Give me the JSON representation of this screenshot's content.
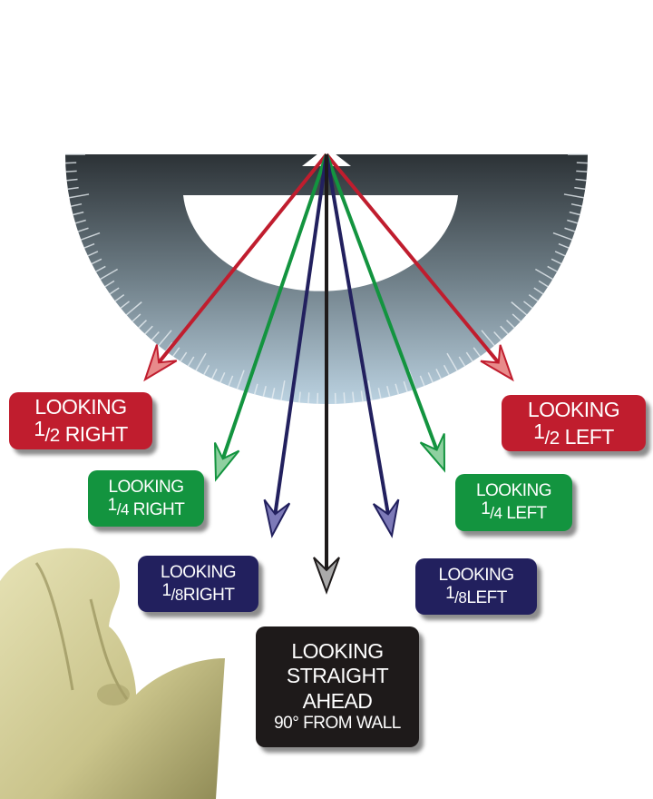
{
  "labels": {
    "half_right": {
      "line1": "LOOKING",
      "num": "1",
      "den": "/2",
      "dir": "RIGHT"
    },
    "half_left": {
      "line1": "LOOKING",
      "num": "1",
      "den": "/2",
      "dir": "LEFT"
    },
    "quarter_right": {
      "line1": "LOOKING",
      "num": "1",
      "den": "/4",
      "dir": "RIGHT"
    },
    "quarter_left": {
      "line1": "LOOKING",
      "num": "1",
      "den": "/4",
      "dir": "LEFT"
    },
    "eighth_right": {
      "line1": "LOOKING",
      "num": "1",
      "den": "/8",
      "dir": "RIGHT"
    },
    "eighth_left": {
      "line1": "LOOKING",
      "num": "1",
      "den": "/8",
      "dir": "LEFT"
    },
    "straight": {
      "line1": "LOOKING",
      "line2": "STRAIGHT",
      "line3": "AHEAD",
      "line4": "90° FROM WALL"
    }
  },
  "colors": {
    "half": "#c01d2e",
    "quarter": "#13943f",
    "eighth": "#22205e",
    "straight": "#1e1a1a"
  }
}
